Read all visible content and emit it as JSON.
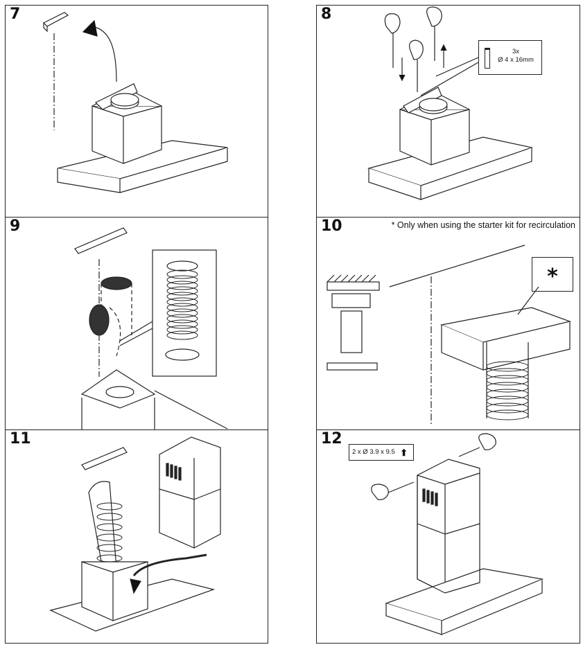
{
  "steps": [
    {
      "number": "7"
    },
    {
      "number": "8",
      "callout": {
        "count": "3x",
        "size": "Ø 4 x 16mm"
      }
    },
    {
      "number": "9"
    },
    {
      "number": "10",
      "note": "* Only when using the starter kit for recirculation",
      "star": "*"
    },
    {
      "number": "11"
    },
    {
      "number": "12",
      "callout": {
        "text": "2 x Ø 3.9 x 9.5"
      }
    }
  ]
}
